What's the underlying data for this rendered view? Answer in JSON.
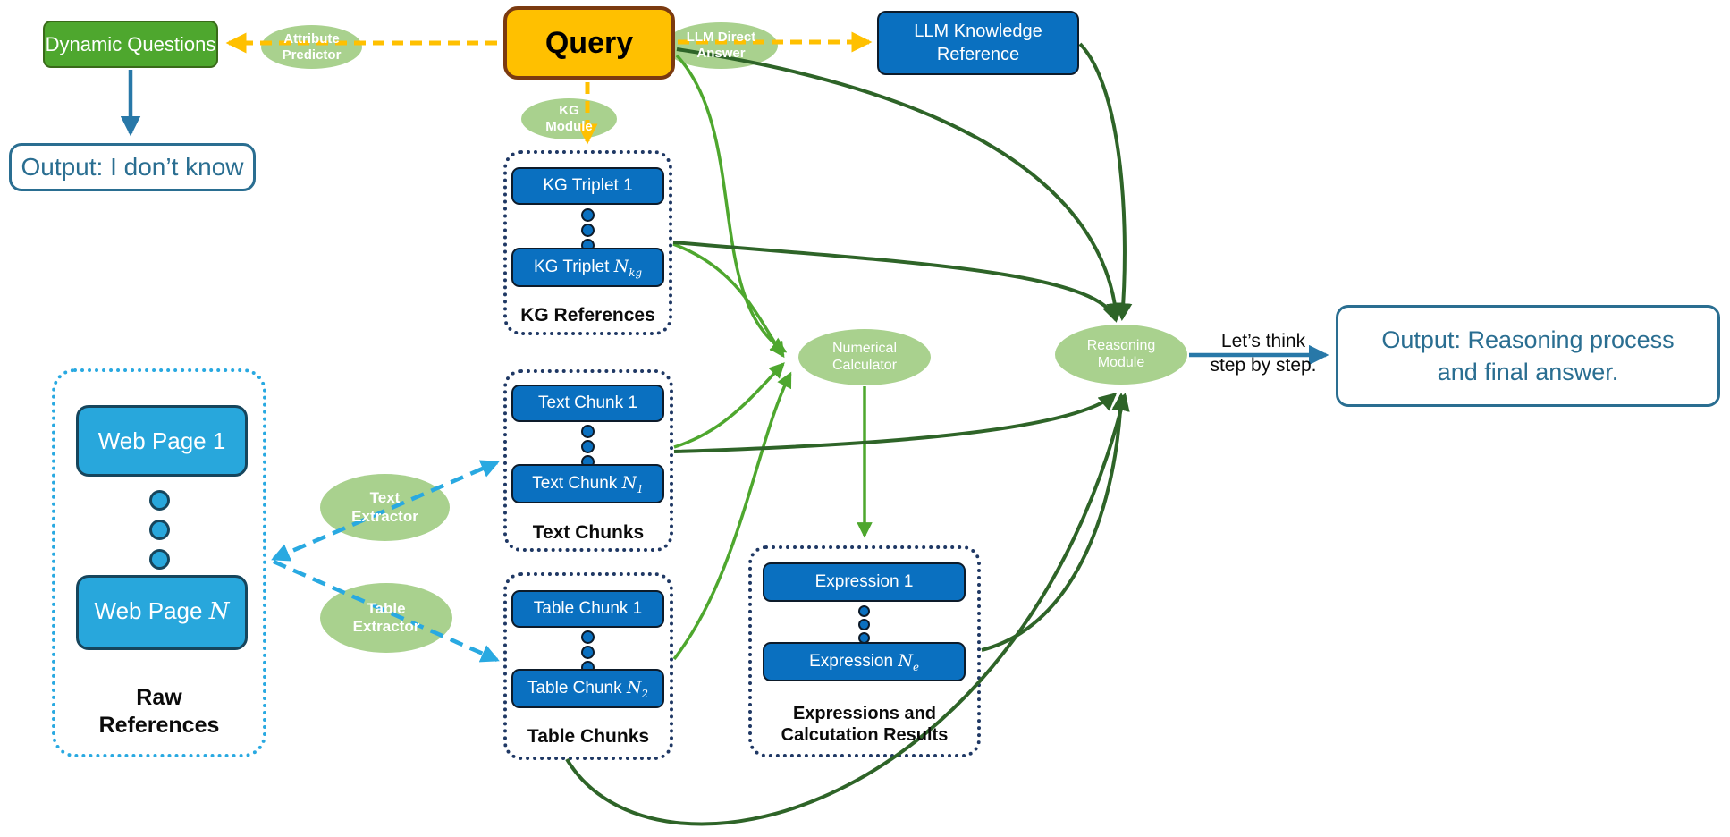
{
  "nodes": {
    "dynamic_questions": {
      "label": "Dynamic Questions"
    },
    "query": {
      "label": "Query"
    },
    "llm_knowledge_reference": {
      "label": "LLM Knowledge Reference"
    },
    "output_dont_know": {
      "label": "Output: I don’t know"
    },
    "output_final": {
      "line1": "Output: Reasoning process",
      "line2": "and final answer."
    }
  },
  "modules": {
    "attribute_predictor": {
      "line1": "Attribute",
      "line2": "Predictor"
    },
    "llm_direct_answer": {
      "line1": "LLM Direct",
      "line2": "Answer"
    },
    "kg_module": {
      "line1": "KG",
      "line2": "Module"
    },
    "text_extractor": {
      "line1": "Text",
      "line2": "Extractor"
    },
    "table_extractor": {
      "line1": "Table",
      "line2": "Extractor"
    },
    "numerical_calculator": {
      "line1": "Numerical",
      "line2": "Calculator"
    },
    "reasoning_module": {
      "line1": "Reasoning",
      "line2": "Module"
    }
  },
  "groups": {
    "kg_references": {
      "label": "KG References",
      "item1": {
        "text": "KG Triplet 1"
      },
      "itemN": {
        "prefix": "KG Triplet ",
        "var": "N",
        "sub": "kg"
      }
    },
    "text_chunks": {
      "label": "Text Chunks",
      "item1": {
        "text": "Text Chunk 1"
      },
      "itemN": {
        "prefix": "Text Chunk ",
        "var": "N",
        "sub": "1"
      }
    },
    "table_chunks": {
      "label": "Table Chunks",
      "item1": {
        "text": "Table Chunk 1"
      },
      "itemN": {
        "prefix": "Table Chunk ",
        "var": "N",
        "sub": "2"
      }
    },
    "expressions": {
      "label_line1": "Expressions and",
      "label_line2": "Calcutation Results",
      "item1": {
        "text": "Expression 1"
      },
      "itemN": {
        "prefix": "Expression ",
        "var": "N",
        "sub": "e"
      }
    },
    "raw_references": {
      "label_line1": "Raw",
      "label_line2": "References",
      "item1": {
        "text": "Web Page 1"
      },
      "itemN": {
        "prefix": "Web Page ",
        "var": "N",
        "sub": ""
      }
    }
  },
  "annotations": {
    "lets_think_line1": "Let’s think",
    "lets_think_line2": "step by step."
  },
  "colors": {
    "query_fill": "#FFC000",
    "green_node_fill": "#4EA72E",
    "blue_item_fill": "#0A70C0",
    "webpage_fill": "#28A7DC",
    "module_ellipse_fill": "#A9D18E",
    "light_green_arrow": "#4EA72E",
    "dark_green_arrow": "#2E6428",
    "yellow_arrow": "#FFC000",
    "cyan_arrow": "#29A9E1",
    "blue_arrow": "#2878A8",
    "navy_dotted_border": "#1F3864",
    "output_border_text": "#2A6E91"
  }
}
